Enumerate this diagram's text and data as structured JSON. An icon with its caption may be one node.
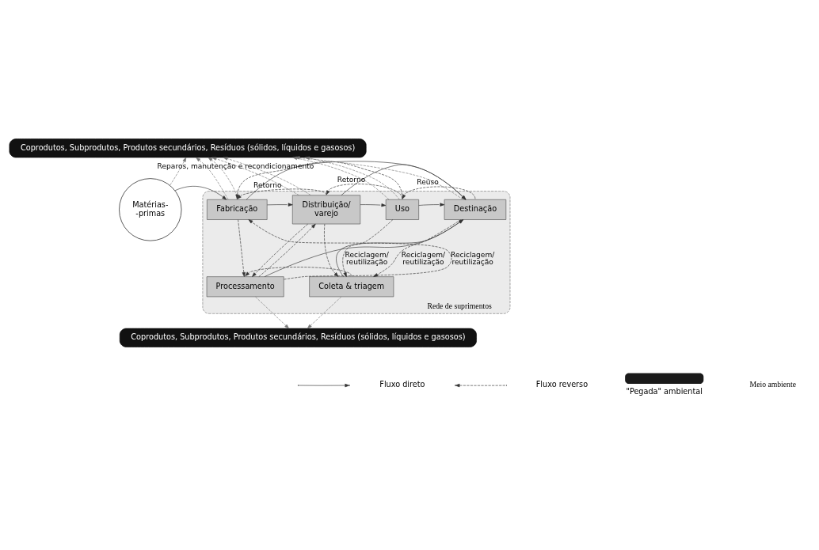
{
  "diagram": {
    "nodes": [
      {
        "text": [
          "Coprodutos, Subprodutos, Produtos secundários, Resíduos (sólidos, líquidos e gasosos)"
        ]
      },
      {
        "text": [
          "Rede de suprimentos"
        ]
      },
      {
        "text": [
          "Matérias- -primas"
        ]
      },
      {
        "text": [
          "Fabricação"
        ],
        "in": 1
      },
      {
        "text": [
          "Distribuição/ varejo"
        ],
        "in": 1
      },
      {
        "text": [
          "Uso"
        ],
        "in": 1
      },
      {
        "text": [
          "Destinação"
        ],
        "in": 1
      },
      {
        "text": [
          "Processamento"
        ],
        "in": 1
      },
      {
        "text": [
          "Coleta & triagem"
        ],
        "in": 1
      },
      {
        "text": [
          "Coprodutos, Subprodutos, Produtos secundários, Resíduos (sólidos, líquidos e gasosos)"
        ]
      }
    ],
    "edges": [
      {
        "from": 2,
        "to": 3,
        "arrow": "to"
      },
      {
        "from": 3,
        "to": 4,
        "arrow": "to"
      },
      {
        "from": 4,
        "to": 5,
        "arrow": "to"
      },
      {
        "from": 5,
        "to": 6,
        "arrow": "to"
      },
      {
        "from": 2,
        "to": 0,
        "arrow": "to",
        "style": "dashed",
        "color": "#777777"
      },
      {
        "from": 3,
        "to": 0,
        "arrow": "to",
        "style": "dashed",
        "color": "#777777"
      },
      {
        "from": 3,
        "to": 0,
        "arrow": "to",
        "style": "dashed",
        "color": "#777777"
      },
      {
        "from": 4,
        "to": 0,
        "arrow": "to",
        "style": "dashed",
        "color": "#777777"
      },
      {
        "from": 4,
        "to": 0,
        "arrow": "to",
        "style": "dashed",
        "color": "#777777"
      },
      {
        "from": 5,
        "to": 0,
        "arrow": "to",
        "style": "dashed",
        "color": "#777777"
      },
      {
        "from": 5,
        "to": 0,
        "arrow": "to",
        "style": "dashed",
        "color": "#777777"
      },
      {
        "from": 6,
        "to": 0,
        "arrow": "to",
        "style": "dashed",
        "color": "#777777"
      },
      {
        "from": 5,
        "to": 3,
        "arrow": "to",
        "style": "dashed",
        "label": "Reparos, manutenção e recondicionamento"
      },
      {
        "from": 4,
        "to": 3,
        "arrow": "to",
        "style": "dashed",
        "label": "Retorno"
      },
      {
        "from": 5,
        "to": 4,
        "arrow": "to",
        "style": "dashed",
        "label": "Retorno"
      },
      {
        "from": 6,
        "to": 5,
        "arrow": "to",
        "style": "dashed",
        "label": "Reúso"
      },
      {
        "from": 3,
        "to": 7,
        "arrow": "to",
        "style": "dashed"
      },
      {
        "from": 7,
        "to": 3,
        "arrow": "to",
        "style": "dashed",
        "label": "Reciclagem/ reutilização"
      },
      {
        "from": 7,
        "to": 4,
        "arrow": "to",
        "style": "dashed"
      },
      {
        "from": 4,
        "to": 7,
        "arrow": "to",
        "style": "dashed"
      },
      {
        "from": 4,
        "to": 8,
        "arrow": "to",
        "style": "dashed"
      },
      {
        "from": 5,
        "to": 8,
        "arrow": "to",
        "style": "dashed",
        "label": "Reciclagem/ reutilização"
      },
      {
        "from": 6,
        "to": 8,
        "arrow": "to",
        "style": "dashed",
        "label": "Reciclagem/ reutilização"
      },
      {
        "from": 8,
        "to": 7,
        "arrow": "to",
        "style": "dashed"
      },
      {
        "from": 3,
        "to": 6,
        "arrow": "to"
      },
      {
        "from": 7,
        "to": 6,
        "arrow": "to"
      },
      {
        "from": 4,
        "to": 6,
        "arrow": "to"
      },
      {
        "from": 8,
        "to": 6,
        "arrow": "to"
      },
      {
        "from": 7,
        "to": 9,
        "arrow": "to",
        "style": "dashed",
        "color": "#777777"
      },
      {
        "from": 8,
        "to": 9,
        "arrow": "to",
        "style": "dashed",
        "color": "#777777"
      }
    ],
    "labels": [
      "Meio ambiente"
    ],
    "legend": [
      {
        "text": "Fluxo direto"
      },
      {
        "text": "Fluxo reverso"
      },
      {
        "text": "\"Pegada\" ambiental",
        "color": "#1a1a1a"
      }
    ]
  }
}
